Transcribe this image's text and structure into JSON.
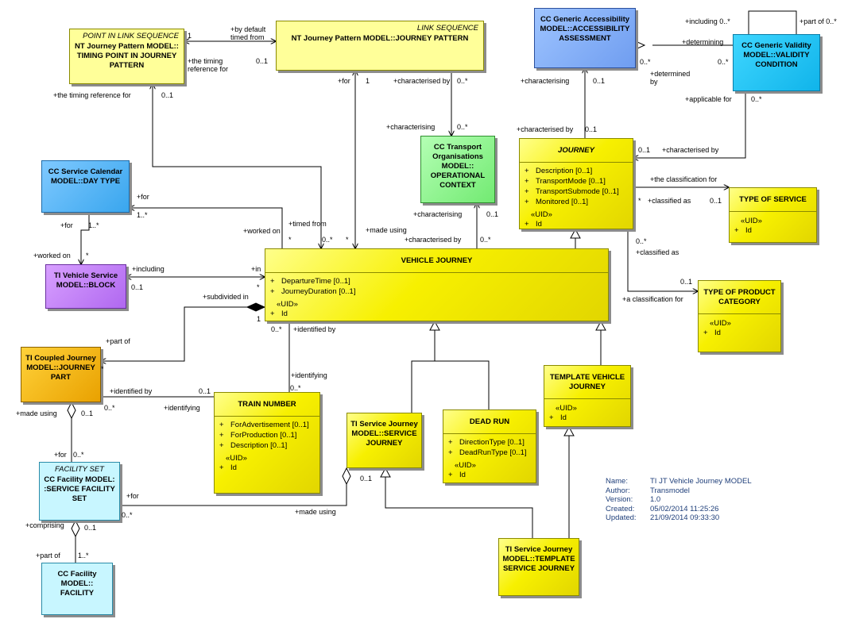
{
  "classes": [
    {
      "id": "pils",
      "stereotype": "POINT IN LINK SEQUENCE",
      "name": "NT Journey Pattern MODEL:: TIMING POINT IN JOURNEY PATTERN",
      "attributes": [],
      "uid": null
    },
    {
      "id": "jp",
      "stereotype": "LINK SEQUENCE",
      "name": "NT Journey Pattern MODEL::JOURNEY PATTERN",
      "attributes": [],
      "uid": null
    },
    {
      "id": "acc",
      "stereotype": "",
      "name": "CC Generic Accessibility MODEL::ACCESSIBILITY ASSESSMENT",
      "attributes": [],
      "uid": null
    },
    {
      "id": "val",
      "stereotype": "",
      "name": "CC Generic Validity MODEL::VALIDITY CONDITION",
      "attributes": [],
      "uid": null
    },
    {
      "id": "cal",
      "stereotype": "",
      "name": "CC Service Calendar MODEL::DAY TYPE",
      "attributes": [],
      "uid": null
    },
    {
      "id": "org",
      "stereotype": "",
      "name": "CC Transport Organisations MODEL:: OPERATIONAL CONTEXT",
      "attributes": [],
      "uid": null
    },
    {
      "id": "journey",
      "stereotype": "",
      "name": "JOURNEY",
      "italic": true,
      "attributes": [
        "Description [0..1]",
        "TransportMode [0..1]",
        "TransportSubmode [0..1]",
        "Monitored [0..1]"
      ],
      "uid": "Id"
    },
    {
      "id": "tos",
      "stereotype": "",
      "name": "TYPE OF SERVICE",
      "attributes": [],
      "uid": "Id"
    },
    {
      "id": "block",
      "stereotype": "",
      "name": "TI Vehicle Service MODEL::BLOCK",
      "attributes": [],
      "uid": null
    },
    {
      "id": "vj",
      "stereotype": "",
      "name": "VEHICLE JOURNEY",
      "attributes": [
        "DepartureTime [0..1]",
        "JourneyDuration [0..1]"
      ],
      "uid": "Id"
    },
    {
      "id": "topc",
      "stereotype": "",
      "name": "TYPE OF PRODUCT CATEGORY",
      "attributes": [],
      "uid": "Id"
    },
    {
      "id": "cjp",
      "stereotype": "",
      "name": "TI Coupled Journey MODEL::JOURNEY PART",
      "attributes": [],
      "uid": null
    },
    {
      "id": "train",
      "stereotype": "",
      "name": "TRAIN NUMBER",
      "attributes": [
        "ForAdvertisement [0..1]",
        "ForProduction [0..1]",
        "Description [0..1]"
      ],
      "uid": "Id"
    },
    {
      "id": "sj",
      "stereotype": "",
      "name": "TI Service Journey MODEL::SERVICE JOURNEY",
      "attributes": [],
      "uid": null
    },
    {
      "id": "dr",
      "stereotype": "",
      "name": "DEAD RUN",
      "attributes": [
        "DirectionType [0..1]",
        "DeadRunType [0..1]"
      ],
      "uid": "Id"
    },
    {
      "id": "tvj",
      "stereotype": "",
      "name": "TEMPLATE VEHICLE JOURNEY",
      "attributes": [],
      "uid": "Id"
    },
    {
      "id": "fs",
      "stereotype": "FACILITY SET",
      "name": "CC Facility MODEL: :SERVICE FACILITY SET",
      "attributes": [],
      "uid": null
    },
    {
      "id": "tsj",
      "stereotype": "",
      "name": "TI Service Journey MODEL::TEMPLATE SERVICE JOURNEY",
      "attributes": [],
      "uid": null
    },
    {
      "id": "fac",
      "stereotype": "",
      "name": "CC Facility MODEL:: FACILITY",
      "attributes": [],
      "uid": null
    }
  ],
  "uid_stereotype": "«UID»",
  "visibility": "+",
  "labels": [
    "1",
    "+by default timed from",
    "0..1",
    "+the timing reference for",
    "+the timing reference for",
    "0..1",
    "+for",
    "1",
    "+characterised by",
    "0..*",
    "+characterising",
    "0..*",
    "+characterising",
    "0..1",
    "+characterised by",
    "0..1",
    "+including 0..*",
    "+part of 0..*",
    "+determining",
    "0..*",
    "0..*",
    "+determined by",
    "+applicable for",
    "0..*",
    "0..1",
    "+characterised by",
    "+the classification for",
    "*",
    "+classified as",
    "0..1",
    "0..*",
    "+classified as",
    "0..1",
    "+a classification for",
    "+for",
    "1..*",
    "+for",
    "1..*",
    "+worked on",
    "*",
    "+worked on",
    "+timed from",
    "*",
    "0..*",
    "*",
    "+made using",
    "+characterising",
    "0..1",
    "+characterised by",
    "0..*",
    "+including",
    "0..1",
    "+in",
    "*",
    "+subdivided in",
    "1",
    "+part of",
    "*",
    "0..*",
    "+identified by",
    "+identifying",
    "0..*",
    "+identified by",
    "0..1",
    "0..*",
    "+identifying",
    "+made using",
    "0..1",
    "+for",
    "0..*",
    "+for",
    "0..*",
    "+made using",
    "0..1",
    "+comprising",
    "0..1",
    "+part of",
    "1..*"
  ],
  "metadata": [
    {
      "key": "Name:",
      "value": "TI JT Vehicle Journey MODEL"
    },
    {
      "key": "Author:",
      "value": "Transmodel"
    },
    {
      "key": "Version:",
      "value": "1.0"
    },
    {
      "key": "Created:",
      "value": "05/02/2014 11:25:26"
    },
    {
      "key": "Updated:",
      "value": "21/09/2014 09:33:30"
    }
  ]
}
